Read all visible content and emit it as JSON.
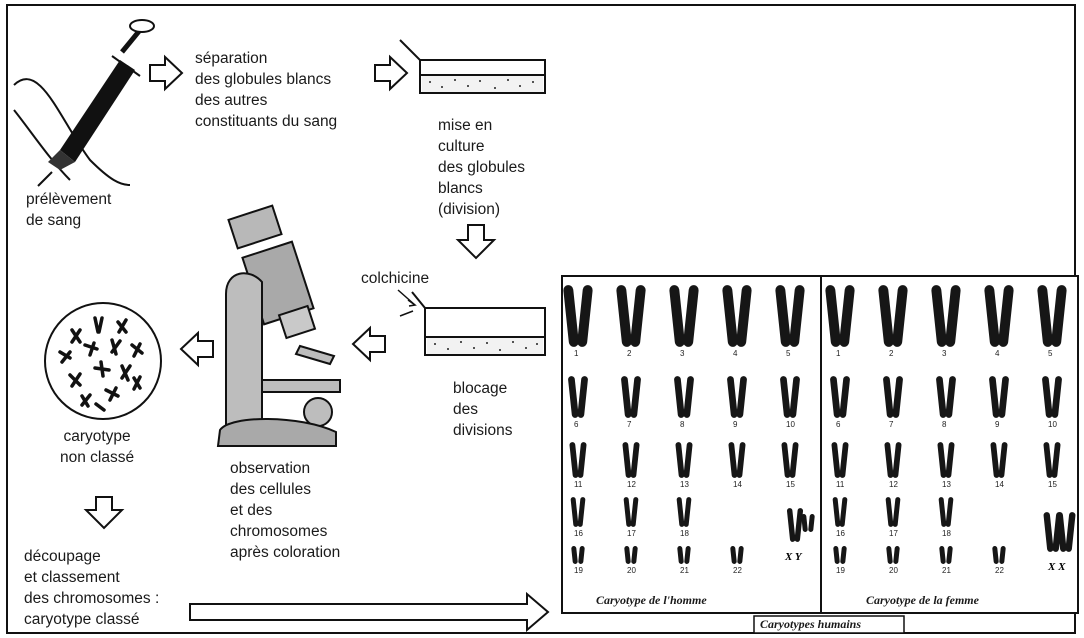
{
  "steps": {
    "prelevement": "prélèvement\nde sang",
    "separation": "séparation\ndes globules blancs\ndes autres\nconstituants du sang",
    "culture": "mise en\nculture\ndes globules\nblancs\n(division)",
    "colchicine": "colchicine",
    "blocage": "blocage\ndes\ndivisions",
    "observation": "observation\ndes cellules\net des\nchromosomes\naprès coloration",
    "non_classe": "caryotype\nnon classé",
    "decoupage": "découpage\net classement\ndes chromosomes :\ncaryotype classé"
  },
  "karyotype": {
    "male_caption": "Caryotype de l'homme",
    "female_caption": "Caryotype de la femme",
    "panel_caption": "Caryotypes humains",
    "row1": [
      "1",
      "2",
      "3",
      "4",
      "5"
    ],
    "row2": [
      "6",
      "7",
      "8",
      "9",
      "10"
    ],
    "row3": [
      "11",
      "12",
      "13",
      "14",
      "15"
    ],
    "row4": [
      "16",
      "17",
      "18"
    ],
    "row5": [
      "19",
      "20",
      "21",
      "22"
    ],
    "male_sex": "X  Y",
    "female_sex": "X X"
  }
}
